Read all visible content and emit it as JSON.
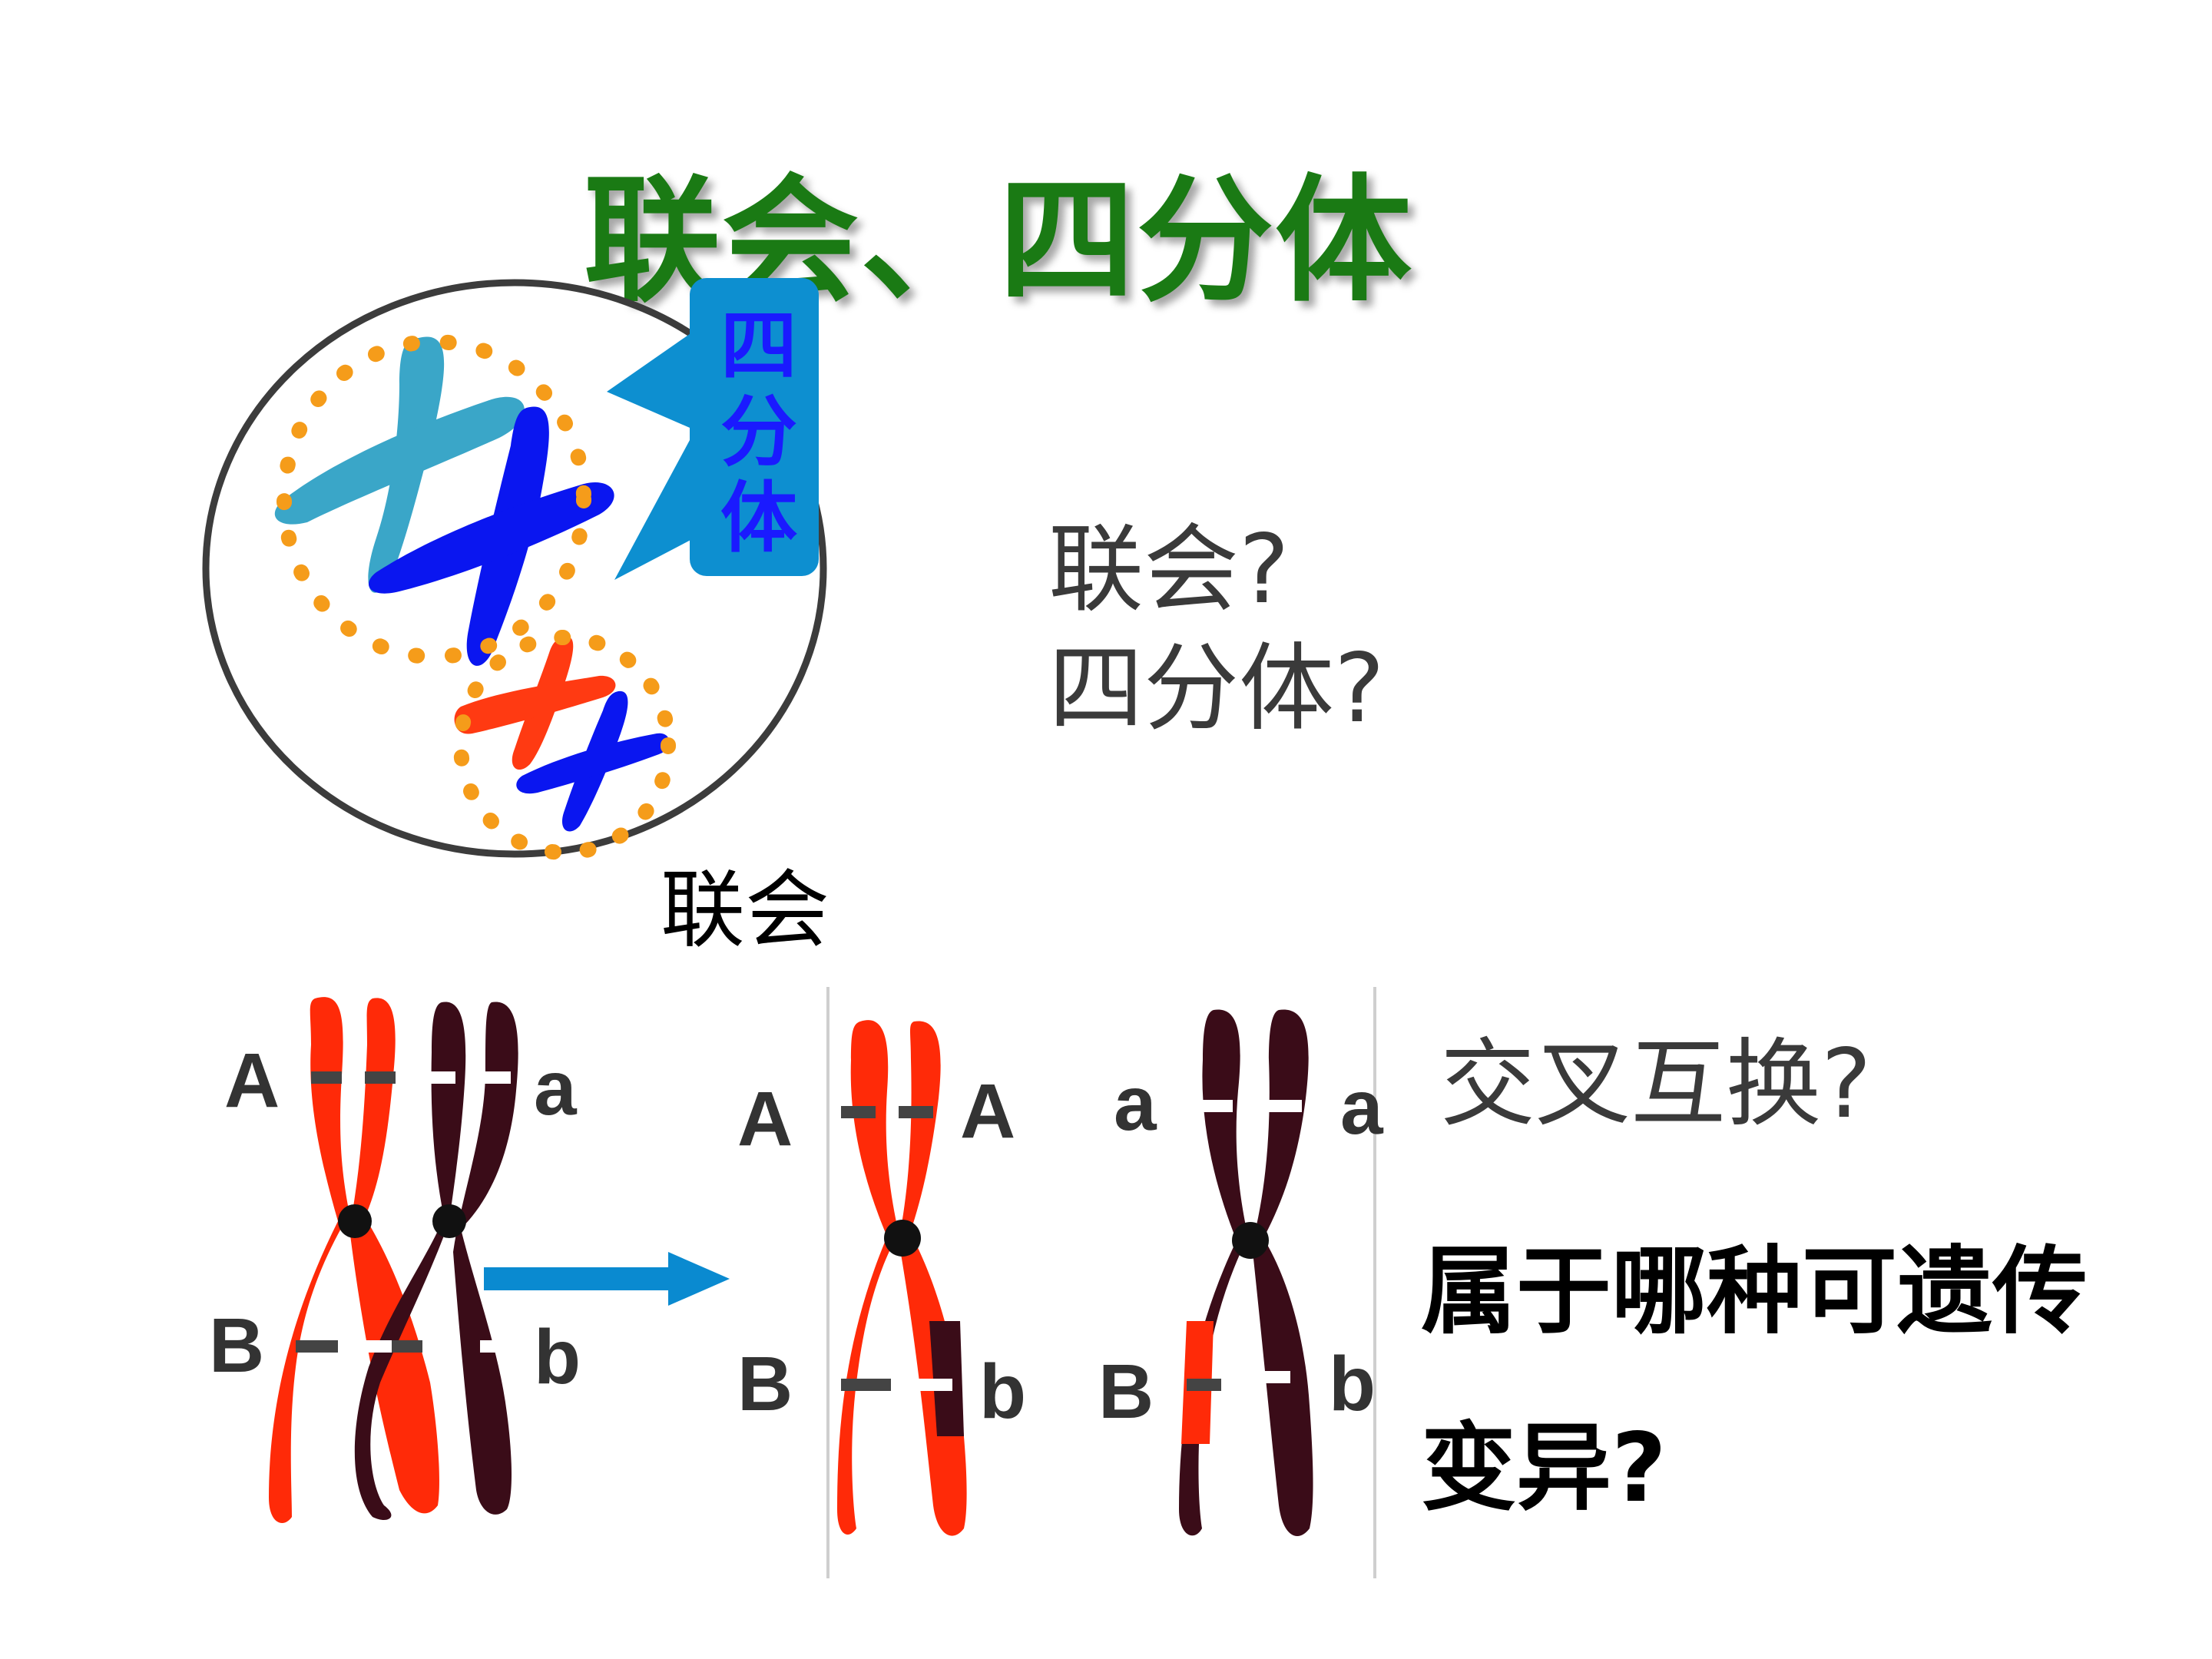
{
  "title": "联会、四分体",
  "callout_label": "四分体",
  "nucleus_caption": "联会",
  "questions": {
    "synapsis": "联会?",
    "tetrad": "四分体?",
    "crossing_over": "交叉互换?",
    "variation_line1": "属于哪种可遗传",
    "variation_line2": "变异?"
  },
  "genes": {
    "left_pair": {
      "A": "A",
      "a": "a",
      "B": "B",
      "b": "b"
    },
    "right_red": {
      "A_left": "A",
      "A_right": "A",
      "B": "B",
      "b": "b"
    },
    "right_dark": {
      "a_left": "a",
      "a_right": "a",
      "B": "B",
      "b": "b"
    }
  },
  "colors": {
    "title_green": "#1a7a14",
    "callout_blue": "#0d8fd0",
    "callout_text": "#1a1aff",
    "chromosome_light_blue": "#3aa6c8",
    "chromosome_blue": "#0a16f0",
    "chromosome_red": "#ff3a12",
    "tetrad_dots": "#f59c1a",
    "arrow_blue": "#0a8ad0"
  }
}
